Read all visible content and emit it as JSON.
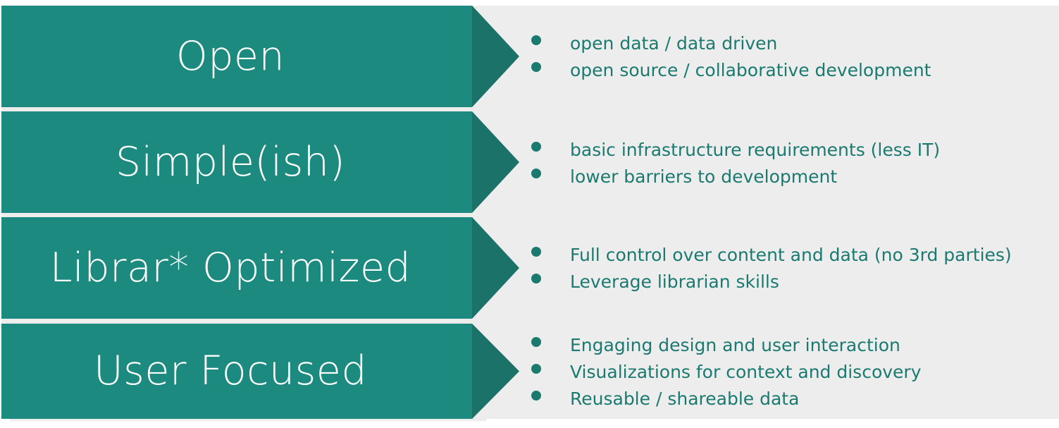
{
  "theme": {
    "panel_background": "#ededed",
    "band_color": "#1d8a80",
    "arrowhead_color": "#1b7268",
    "band_label_color": "#ffffff",
    "bullet_text_color": "#1b7a70"
  },
  "rows": [
    {
      "label": "Open",
      "bullets": [
        "open data / data driven",
        "open source / collaborative development"
      ]
    },
    {
      "label": "Simple(ish)",
      "bullets": [
        "basic infrastructure requirements (less IT)",
        "lower barriers to development"
      ]
    },
    {
      "label": "Librar* Optimized",
      "bullets": [
        "Full control over content and data (no 3rd parties)",
        "Leverage librarian skills"
      ]
    },
    {
      "label": "User Focused",
      "bullets": [
        "Engaging design and user interaction",
        "Visualizations for context and discovery",
        "Reusable / shareable data"
      ]
    }
  ]
}
